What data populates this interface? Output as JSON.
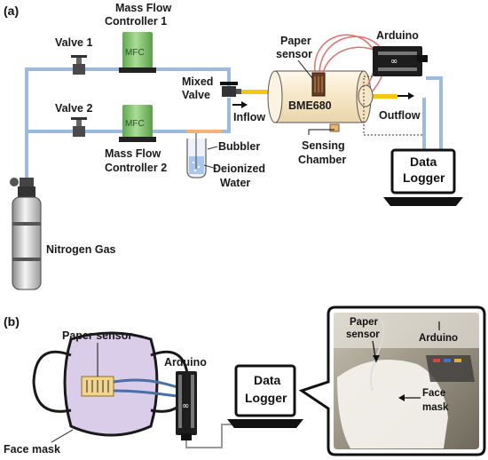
{
  "panel_a": {
    "tag": "(a)",
    "mfc1_title_line1": "Mass Flow",
    "mfc1_title_line2": "Controller 1",
    "mfc2_title_line1": "Mass Flow",
    "mfc2_title_line2": "Controller 2",
    "mfc_box_label": "MFC",
    "valve1": "Valve 1",
    "valve2": "Valve 2",
    "mixed_valve_line1": "Mixed",
    "mixed_valve_line2": "Valve",
    "inflow": "Inflow",
    "outflow": "Outflow",
    "paper_sensor_line1": "Paper",
    "paper_sensor_line2": "sensor",
    "bme": "BME680",
    "arduino": "Arduino",
    "sensing_line1": "Sensing",
    "sensing_line2": "Chamber",
    "bubbler": "Bubbler",
    "deionized_line1": "Deionized",
    "deionized_line2": "Water",
    "data_logger_line1": "Data",
    "data_logger_line2": "Logger",
    "nitrogen": "Nitrogen Gas"
  },
  "panel_b": {
    "tag": "(b)",
    "paper_sensor": "Paper sensor",
    "arduino": "Arduino",
    "face_mask": "Face mask",
    "data_logger_line1": "Data",
    "data_logger_line2": "Logger",
    "photo_paper_line1": "Paper",
    "photo_paper_line2": "sensor",
    "photo_arduino": "Arduino",
    "photo_face_line1": "Face",
    "photo_face_line2": "mask"
  },
  "colors": {
    "pipe_blue": "#9dbbe0",
    "pipe_orange": "#f2b27a",
    "yellow_pipe": "#f5c518",
    "mfc_green": "#7fbf6a",
    "wire_red": "#e0706b",
    "mask_purple": "#d9cdea",
    "chamber_beige": "#f6ead3"
  }
}
